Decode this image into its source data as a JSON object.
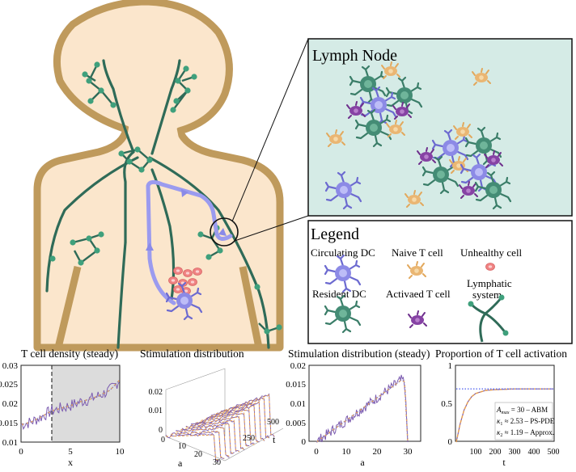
{
  "lymph_node": {
    "title": "Lymph Node"
  },
  "legend": {
    "title": "Legend",
    "circulating_dc": "Circulating DC",
    "naive_t": "Naive T cell",
    "unhealthy": "Unhealthy cell",
    "resident_dc": "Resident DC",
    "activated_t": "Activaed T cell",
    "lymphatic_1": "Lymphatic",
    "lymphatic_2": "system"
  },
  "colors": {
    "skin": "#fbe6cc",
    "outline": "#bf9a5c",
    "vessel": "#2f6b58",
    "node": "#3fa07c",
    "route": "#9b9bef",
    "panel_bg": "#d5ebe6",
    "dc_purple": "#7a78d6",
    "resident_green": "#3f8a72",
    "naive_orange": "#e8b46a",
    "activated_purple": "#7c3a9a",
    "unhealthy_red": "#ee7f7f",
    "series_purple": "#7b5bb0",
    "series_orange": "#e8a050",
    "approx_blue": "#5a6bf0"
  },
  "plots": {
    "p1": {
      "title": "T cell density (steady)",
      "xlabel": "x",
      "xticks": [
        "0",
        "5",
        "10"
      ],
      "yticks": [
        "0.01",
        "0.015",
        "0.02",
        "0.025",
        "0.03"
      ]
    },
    "p2": {
      "title": "Stimulation distribution",
      "xlabel": "a",
      "tlabel": "t",
      "zticks": [
        "0",
        "0.01",
        "0.02"
      ],
      "aticks": [
        "0",
        "10",
        "20",
        "30"
      ],
      "tticks": [
        "250",
        "500"
      ]
    },
    "p3": {
      "title": "Stimulation distribution (steady)",
      "xlabel": "a",
      "xticks": [
        "0",
        "10",
        "20",
        "30"
      ],
      "yticks": [
        "0",
        "0.005",
        "0.01",
        "0.015",
        "0.02"
      ]
    },
    "p4": {
      "title": "Proportion of T cell activation",
      "xlabel": "t",
      "xticks": [
        "100",
        "200",
        "300",
        "400",
        "500"
      ],
      "yticks": [
        "0",
        "0.5",
        "1"
      ],
      "legend": [
        "A",
        "max",
        " = 30 – ABM",
        "κ",
        "1",
        " ≈ 2.53",
        "– PS-PDE",
        "κ",
        "2",
        " ≈ 1.19",
        "– Approx."
      ],
      "leg_abm": "= 30 – ABM",
      "leg_ps": "≈ 2.53   -- PS-PDE",
      "leg_ap": "≈ 1.19   .... Approx."
    }
  },
  "chart_data": [
    {
      "type": "line",
      "title": "T cell density (steady)",
      "xlabel": "x",
      "ylabel": "",
      "xlim": [
        0,
        10
      ],
      "ylim": [
        0.01,
        0.03
      ],
      "x": [
        0,
        1,
        2,
        3,
        4,
        5,
        6,
        7,
        8,
        9,
        10
      ],
      "series": [
        {
          "values": [
            0.0145,
            0.0152,
            0.0165,
            0.018,
            0.0188,
            0.0195,
            0.0205,
            0.0212,
            0.0222,
            0.0235,
            0.0262
          ]
        }
      ]
    },
    {
      "type": "line",
      "title": "Stimulation distribution (steady)",
      "xlabel": "a",
      "ylabel": "",
      "xlim": [
        0,
        30
      ],
      "ylim": [
        0,
        0.02
      ],
      "x": [
        0,
        2,
        4,
        6,
        8,
        10,
        12,
        14,
        16,
        18,
        20,
        22,
        24,
        26,
        28,
        29,
        30
      ],
      "series": [
        {
          "values": [
            0,
            0.0012,
            0.0023,
            0.0035,
            0.0047,
            0.0058,
            0.007,
            0.0082,
            0.0094,
            0.0105,
            0.0117,
            0.0129,
            0.014,
            0.0152,
            0.0164,
            0.0158,
            0
          ]
        }
      ]
    },
    {
      "type": "line",
      "title": "Proportion of T cell activation",
      "xlabel": "t",
      "ylabel": "",
      "xlim": [
        0,
        500
      ],
      "ylim": [
        0,
        1
      ],
      "x": [
        0,
        20,
        40,
        60,
        80,
        100,
        150,
        200,
        300,
        400,
        500
      ],
      "series": [
        {
          "values": [
            0,
            0.24,
            0.42,
            0.53,
            0.6,
            0.64,
            0.68,
            0.69,
            0.7,
            0.7,
            0.7
          ]
        }
      ]
    }
  ]
}
